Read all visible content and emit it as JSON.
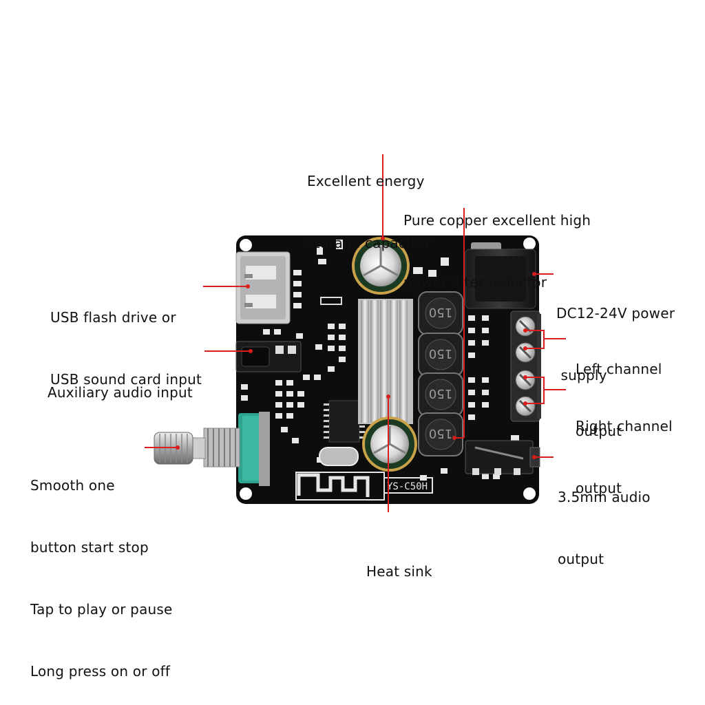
{
  "board": {
    "silkscreen_model": "YS-C50H",
    "inductor_marking": "150",
    "pointer_color": "#d81e1e"
  },
  "callouts": {
    "capacitor": [
      "Excellent energy",
      "storage capacitor"
    ],
    "inductor": [
      "Pure copper excellent high",
      "power filter inductor"
    ],
    "usb": [
      "USB flash drive or",
      "USB sound card input"
    ],
    "aux": [
      "Auxiliary audio input"
    ],
    "power": [
      "DC12-24V power",
      " supply"
    ],
    "left": [
      "Left channel",
      "output"
    ],
    "right": [
      "Right channel",
      "output"
    ],
    "knob": [
      "Smooth one",
      "button start stop",
      "Tap to play or pause",
      "Long press on or off"
    ],
    "audio_out": [
      "3.5mm audio",
      "output"
    ],
    "heatsink": [
      "Heat sink"
    ]
  }
}
